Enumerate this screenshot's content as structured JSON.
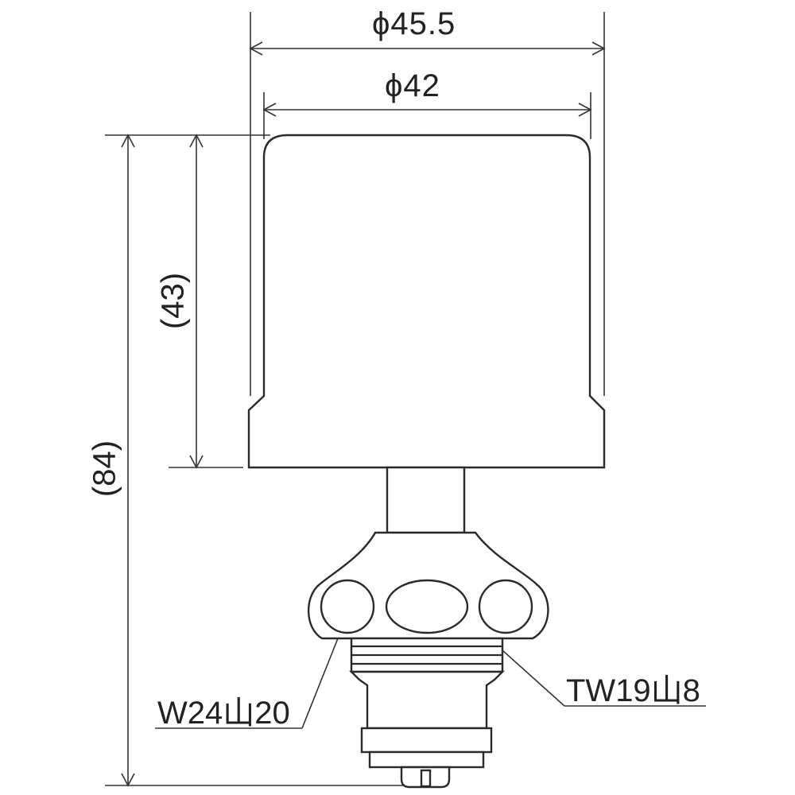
{
  "drawing": {
    "subject": "Faucet handle with valve stem cartridge - dimensional drawing",
    "line_color": "#2a2a2a",
    "background": "#ffffff"
  },
  "dimensions": {
    "outer_diameter": "ϕ45.5",
    "inner_diameter": "ϕ42",
    "handle_height": "(43)",
    "total_height": "(84)"
  },
  "callouts": {
    "left_thread": "W24山20",
    "right_thread": "TW19山8"
  }
}
